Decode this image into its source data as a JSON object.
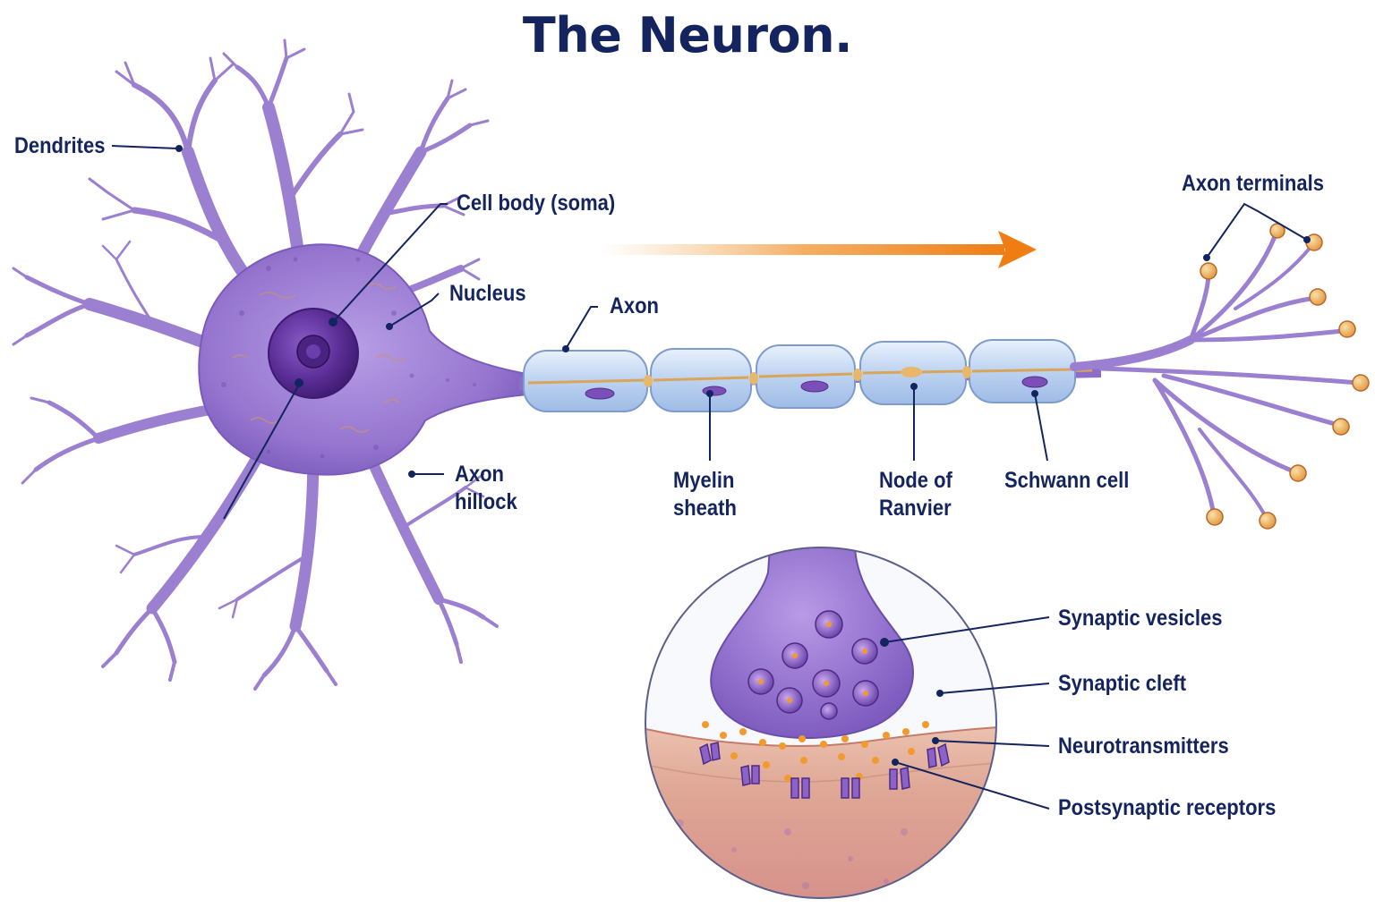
{
  "title": "The Neuron.",
  "labels": {
    "dendrites": "Dendrites",
    "cell_body": "Cell body (soma)",
    "nucleus": "Nucleus",
    "axon": "Axon",
    "axon_hillock_1": "Axon",
    "axon_hillock_2": "hillock",
    "myelin_1": "Myelin",
    "myelin_2": "sheath",
    "node_1": "Node of",
    "node_2": "Ranvier",
    "schwann": "Schwann cell",
    "axon_terminals": "Axon terminals",
    "synaptic_vesicles": "Synaptic vesicles",
    "synaptic_cleft": "Synaptic cleft",
    "neurotransmitters": "Neurotransmitters",
    "postsynaptic_receptors": "Postsynaptic receptors"
  },
  "colors": {
    "title": "#13245e",
    "neuron": "#9b7fd0",
    "neuron_dark": "#6a4ea8",
    "nucleus": "#5a2f96",
    "myelin": "#c5d8f2",
    "arrow": "#f08a1c",
    "terminal_bulb": "#f0b060",
    "tissue": "#e8b4a0",
    "neurotransmitter": "#f29a2e"
  },
  "icons": {
    "signal_direction": "orange-arrow-right"
  }
}
